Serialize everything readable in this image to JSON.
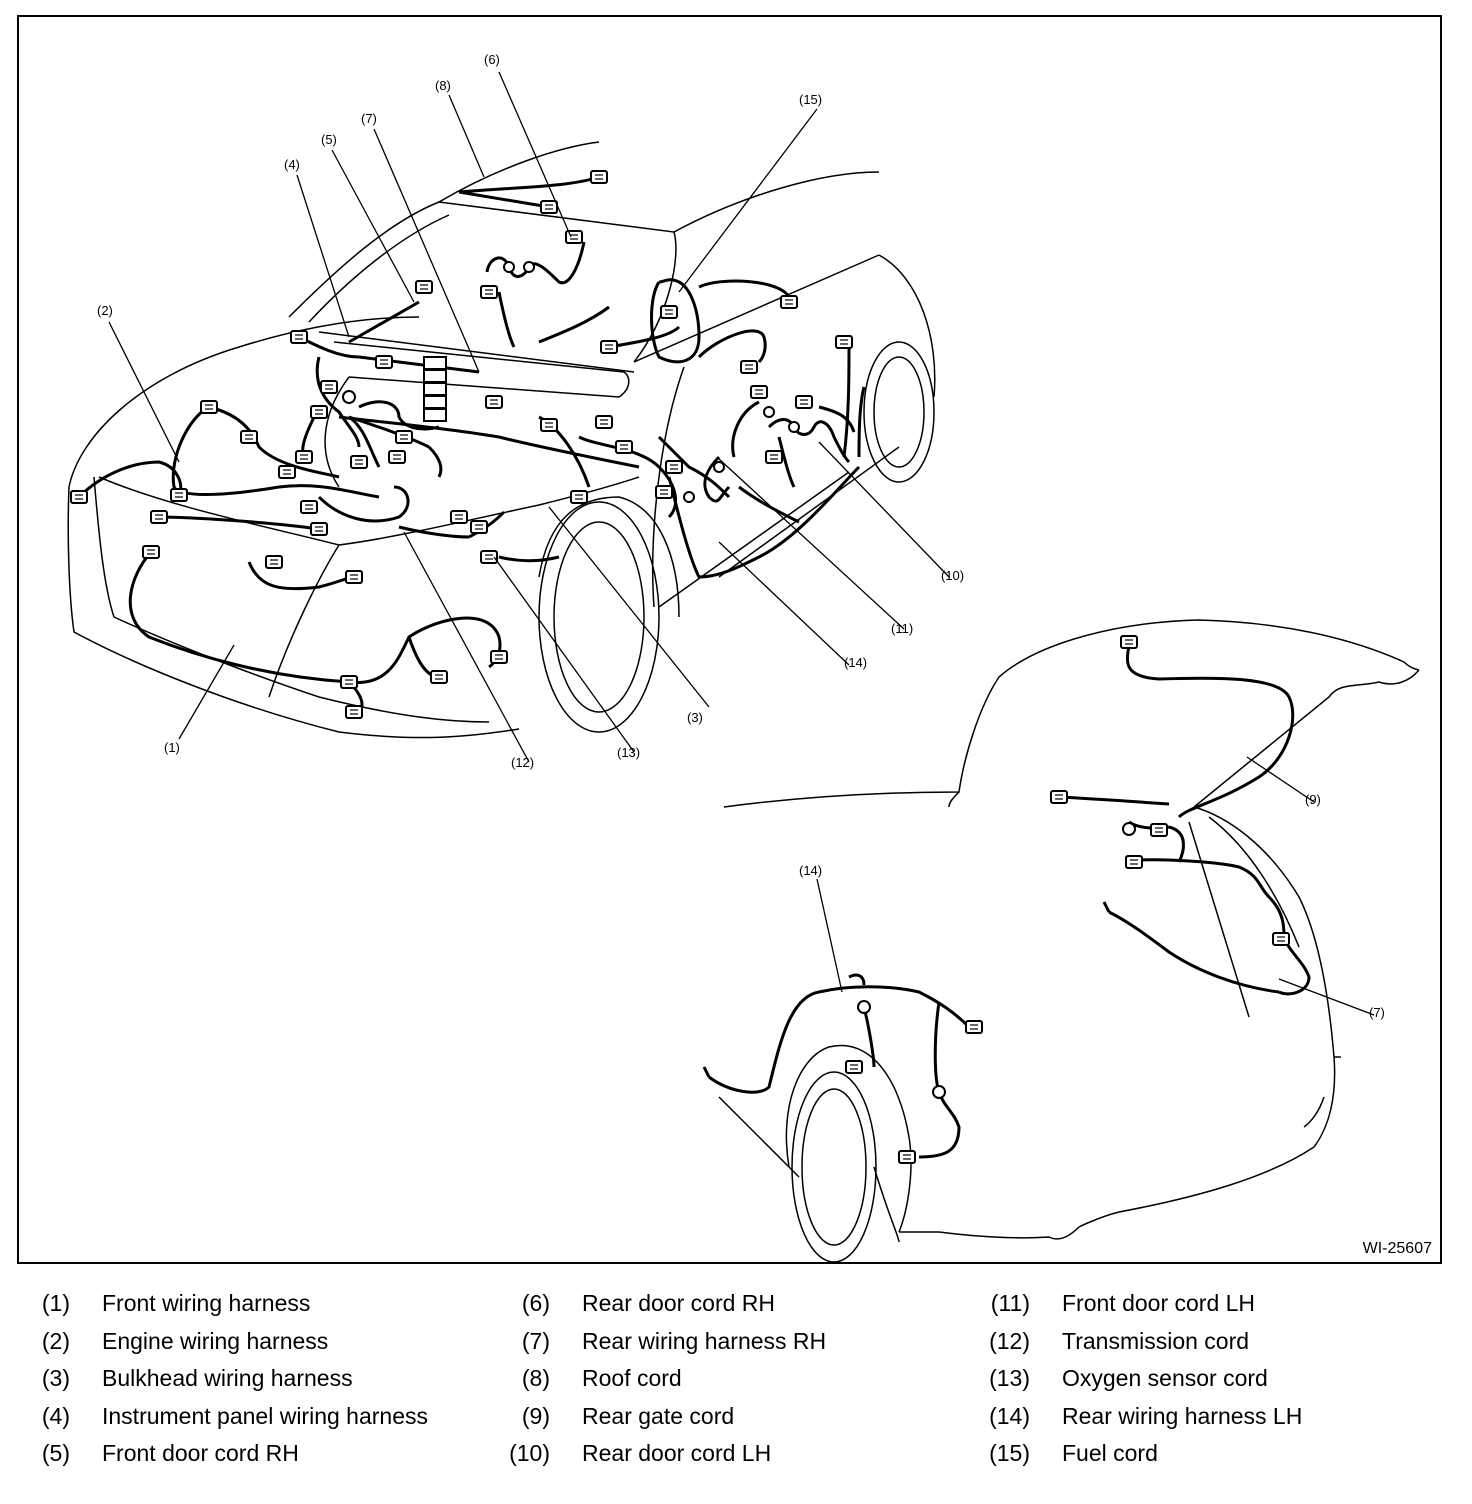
{
  "drawing_id": "WI-25607",
  "callouts": {
    "c1": "(1)",
    "c2": "(2)",
    "c3": "(3)",
    "c4": "(4)",
    "c5": "(5)",
    "c6": "(6)",
    "c7": "(7)",
    "c8": "(8)",
    "c9": "(9)",
    "c10": "(10)",
    "c11": "(11)",
    "c12": "(12)",
    "c13": "(13)",
    "c14": "(14)",
    "c15": "(15)"
  },
  "legend": {
    "columns": [
      [
        {
          "num": "(1)",
          "name": "Front wiring harness"
        },
        {
          "num": "(2)",
          "name": "Engine wiring harness"
        },
        {
          "num": "(3)",
          "name": "Bulkhead wiring harness"
        },
        {
          "num": "(4)",
          "name": "Instrument panel wiring harness"
        },
        {
          "num": "(5)",
          "name": "Front door cord RH"
        }
      ],
      [
        {
          "num": "(6)",
          "name": "Rear door cord RH"
        },
        {
          "num": "(7)",
          "name": "Rear wiring harness RH"
        },
        {
          "num": "(8)",
          "name": "Roof cord"
        },
        {
          "num": "(9)",
          "name": "Rear gate cord"
        },
        {
          "num": "(10)",
          "name": "Rear door cord LH"
        }
      ],
      [
        {
          "num": "(11)",
          "name": "Front door cord LH"
        },
        {
          "num": "(12)",
          "name": "Transmission cord"
        },
        {
          "num": "(13)",
          "name": "Oxygen sensor cord"
        },
        {
          "num": "(14)",
          "name": "Rear wiring harness LH"
        },
        {
          "num": "(15)",
          "name": "Fuel cord"
        }
      ]
    ]
  }
}
